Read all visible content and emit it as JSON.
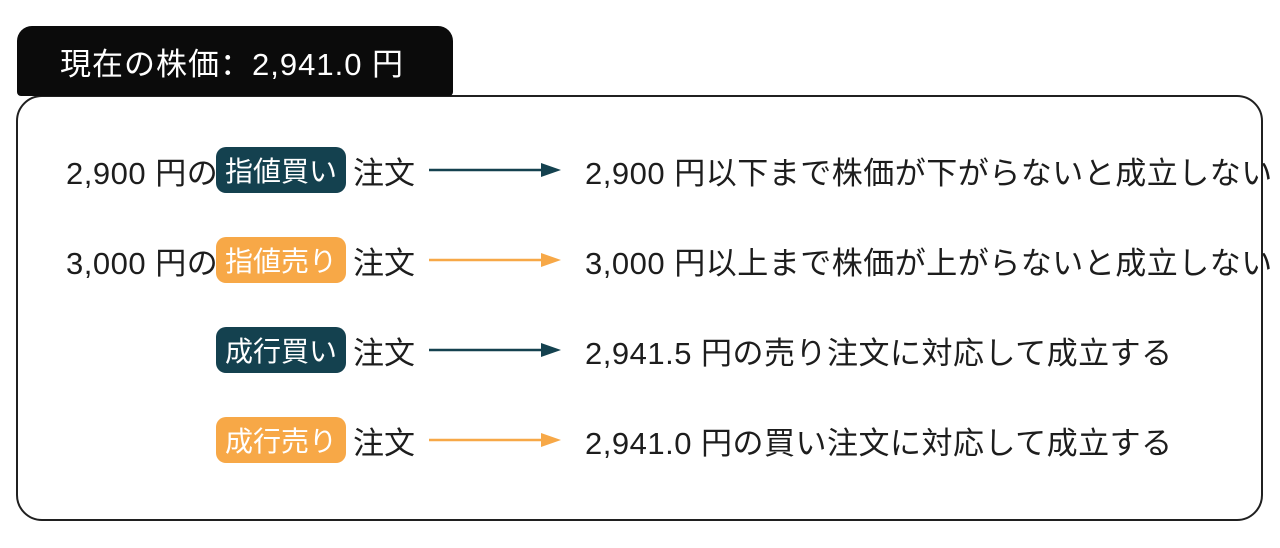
{
  "header": {
    "label": "現在の株価：2,941.0 円"
  },
  "colors": {
    "buy": "#14414f",
    "sell": "#f7a847",
    "tab_bg": "#0b0b0b",
    "panel_border": "#202020",
    "text": "#1d1d1d"
  },
  "rows": [
    {
      "prefix": "2,900 円の",
      "badge": "指値買い",
      "badge_type": "buy",
      "suffix": "注文",
      "description": "2,900 円以下まで株価が下がらないと成立しない"
    },
    {
      "prefix": "3,000 円の",
      "badge": "指値売り",
      "badge_type": "sell",
      "suffix": "注文",
      "description": "3,000 円以上まで株価が上がらないと成立しない"
    },
    {
      "prefix": "",
      "badge": "成行買い",
      "badge_type": "buy",
      "suffix": "注文",
      "description": "2,941.5 円の売り注文に対応して成立する"
    },
    {
      "prefix": "",
      "badge": "成行売り",
      "badge_type": "sell",
      "suffix": "注文",
      "description": "2,941.0 円の買い注文に対応して成立する"
    }
  ]
}
